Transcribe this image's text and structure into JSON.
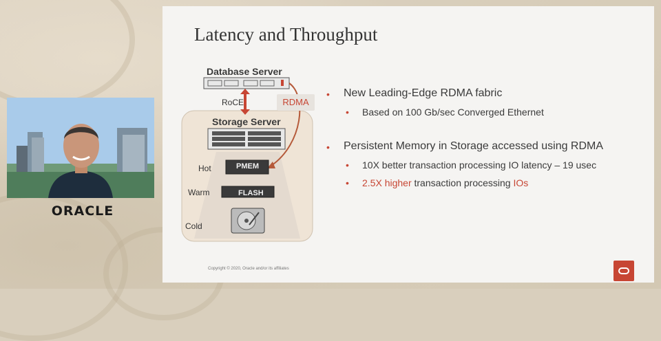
{
  "presenter": {
    "logo_text": "ORACLE"
  },
  "slide": {
    "title": "Latency and Throughput",
    "copyright": "Copyright © 2020, Oracle and/or its affiliates",
    "diagram": {
      "database_server_label": "Database Server",
      "roce_label": "RoCE",
      "rdma_label": "RDMA",
      "storage_server_label": "Storage Server",
      "tiers": {
        "hot": "Hot",
        "warm": "Warm",
        "cold": "Cold"
      },
      "pmem_label": "PMEM",
      "flash_label": "FLASH"
    },
    "bullets": [
      {
        "text": "New Leading-Edge RDMA fabric",
        "subs": [
          "Based on 100 Gb/sec Converged Ethernet"
        ]
      },
      {
        "text": "Persistent Memory in Storage accessed using RDMA",
        "subs": [
          "10X better transaction processing IO latency – 19 usec"
        ],
        "highlight_sub": {
          "part1": "2.5X higher",
          "part2": " transaction processing ",
          "part3": "IOs"
        }
      }
    ]
  },
  "colors": {
    "accent_red": "#c74634",
    "slide_bg": "#f5f4f2",
    "storage_panel": "#efe4d6"
  }
}
